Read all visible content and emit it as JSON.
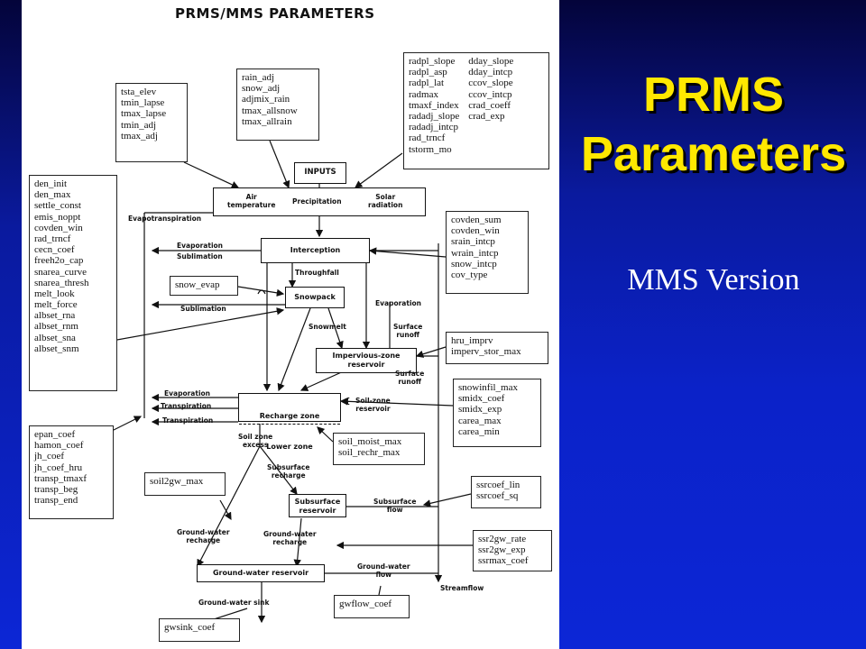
{
  "slide": {
    "title_line1": "PRMS",
    "title_line2": "Parameters",
    "subtitle": "MMS Version"
  },
  "doc_title": "PRMS/MMS PARAMETERS",
  "param_boxes": {
    "temperature": [
      "tsta_elev",
      "tmin_lapse",
      "tmax_lapse",
      "tmin_adj",
      "tmax_adj"
    ],
    "precip": [
      "rain_adj",
      "snow_adj",
      "adjmix_rain",
      "tmax_allsnow",
      "tmax_allrain"
    ],
    "solar_a": [
      "radpl_slope",
      "radpl_asp",
      "radpl_lat",
      "radmax",
      "tmaxf_index",
      "radadj_slope",
      "radadj_intcp",
      "rad_trncf",
      "tstorm_mo"
    ],
    "solar_b": [
      "dday_slope",
      "dday_intcp",
      "ccov_slope",
      "ccov_intcp",
      "crad_coeff",
      "crad_exp"
    ],
    "snowpack": [
      "den_init",
      "den_max",
      "settle_const",
      "emis_noppt",
      "covden_win",
      "rad_trncf",
      "cecn_coef",
      "freeh2o_cap",
      "snarea_curve",
      "snarea_thresh",
      "melt_look",
      "melt_force",
      "albset_rna",
      "albset_rnm",
      "albset_sna",
      "albset_snm"
    ],
    "interception": [
      "covden_sum",
      "covden_win",
      "srain_intcp",
      "wrain_intcp",
      "snow_intcp",
      "cov_type"
    ],
    "snow_evap": [
      "snow_evap"
    ],
    "impervious": [
      "hru_imprv",
      "imperv_stor_max"
    ],
    "soil_runoff": [
      "snowinfil_max",
      "smidx_coef",
      "smidx_exp",
      "carea_max",
      "carea_min"
    ],
    "et": [
      "epan_coef",
      "hamon_coef",
      "jh_coef",
      "jh_coef_hru",
      "transp_tmaxf",
      "transp_beg",
      "transp_end"
    ],
    "soil_moist": [
      "soil_moist_max",
      "soil_rechr_max"
    ],
    "soil2gw": [
      "soil2gw_max"
    ],
    "ssr": [
      "ssrcoef_lin",
      "ssrcoef_sq"
    ],
    "ssr2gw": [
      "ssr2gw_rate",
      "ssr2gw_exp",
      "ssrmax_coef"
    ],
    "gwflow": [
      "gwflow_coef"
    ],
    "gwsink": [
      "gwsink_coef"
    ]
  },
  "flow": {
    "inputs": "INPUTS",
    "air": "Air\ntemperature",
    "precipitation": "Precipitation",
    "solar": "Solar\nradiation",
    "evapotranspiration": "Evapotranspiration",
    "interception": "Interception",
    "evaporation1": "Evaporation",
    "sublimation1": "Sublimation",
    "throughfall": "Throughfall",
    "snowpack": "Snowpack",
    "sublimation2": "Sublimation",
    "evaporation2": "Evaporation",
    "snowmelt": "Snowmelt",
    "surface_runoff1": "Surface\nrunoff",
    "impervious": "Impervious-zone\nreservoir",
    "surface_runoff2": "Surface\nrunoff",
    "evaporation3": "Evaporation",
    "transpiration1": "Transpiration",
    "transpiration2": "Transpiration",
    "recharge_zone": "Recharge zone",
    "lower_zone": "Lower zone",
    "soil_zone": "Soil-zone\nreservoir",
    "soil_excess": "Soil zone\nexcess",
    "subsurface_recharge": "Subsurface\nrecharge",
    "subsurface_reservoir": "Subsurface\nreservoir",
    "subsurface_flow": "Subsurface\nflow",
    "gw_recharge1": "Ground-water\nrecharge",
    "gw_recharge2": "Ground-water\nrecharge",
    "gw_reservoir": "Ground-water reservoir",
    "gw_flow": "Ground-water\nflow",
    "gw_sink": "Ground-water sink",
    "streamflow": "Streamflow"
  }
}
